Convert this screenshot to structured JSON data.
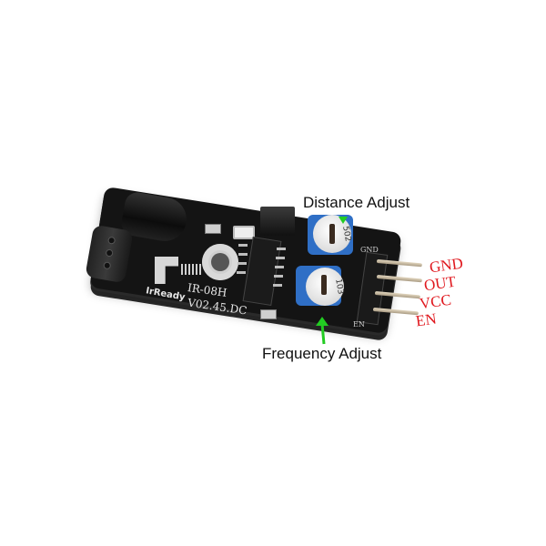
{
  "annotations": {
    "distance_adjust": "Distance Adjust",
    "frequency_adjust": "Frequency Adjust"
  },
  "pin_labels": [
    "GND",
    "OUT",
    "VCC",
    "EN"
  ],
  "board": {
    "model": "IR-08H",
    "brand": "IrReady",
    "version": "V02.45.DC",
    "header_silk_top": "GND",
    "header_silk_bottom": "EN",
    "pot_top_marking": "502",
    "pot_bottom_marking": "103"
  },
  "colors": {
    "background": "#ffffff",
    "pcb": "#141414",
    "pot_body": "#2f6fc6",
    "pin_label": "#e0181e",
    "arrow": "#22cc22",
    "annotation_text": "#111111"
  }
}
